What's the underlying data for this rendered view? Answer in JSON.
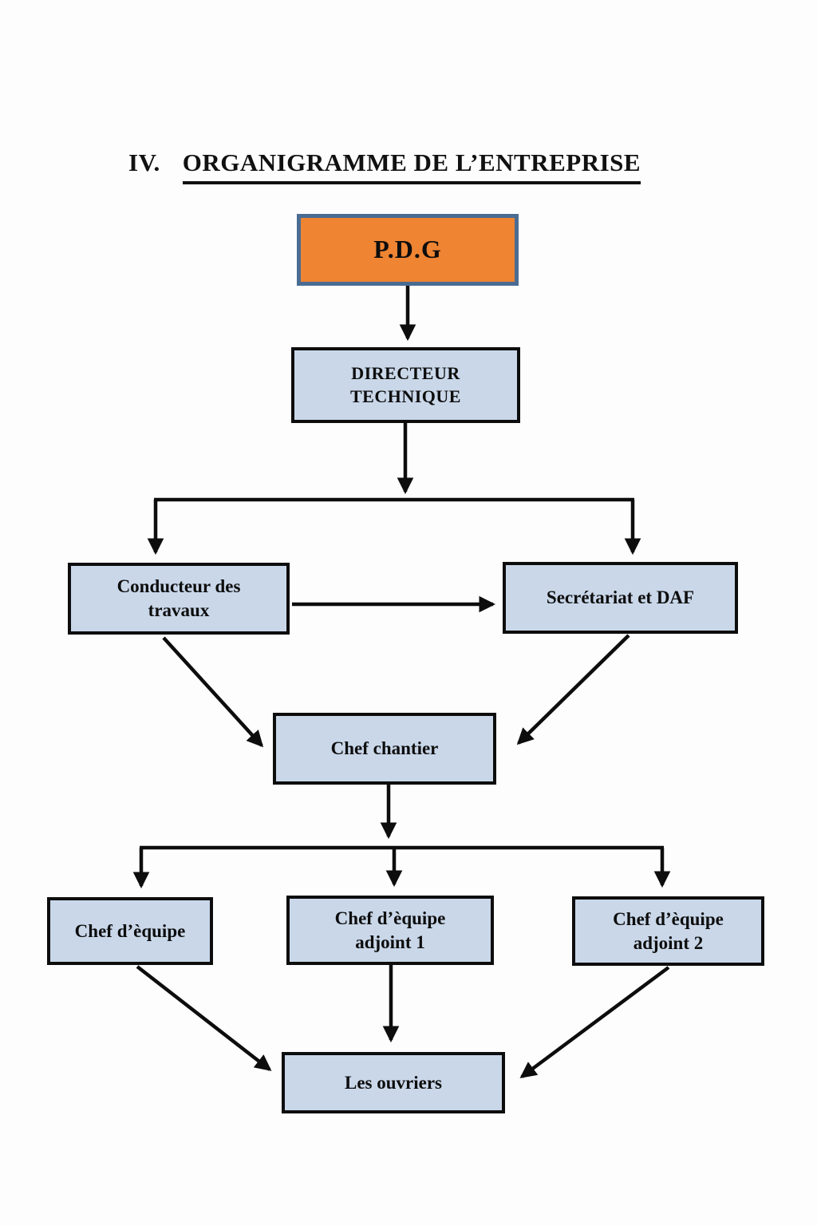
{
  "title": {
    "numeral": "IV.",
    "text": "ORGANIGRAMME DE L’ENTREPRISE"
  },
  "nodes": {
    "pdg": {
      "label": "P.D.G"
    },
    "directeur_technique": {
      "label": "DIRECTEUR\nTECHNIQUE"
    },
    "conducteur_travaux": {
      "label": "Conducteur des\ntravaux"
    },
    "secretariat_daf": {
      "label": "Secrétariat et DAF"
    },
    "chef_chantier": {
      "label": "Chef chantier"
    },
    "chef_equipe": {
      "label": "Chef d’èquipe"
    },
    "chef_equipe_adjoint1": {
      "label": "Chef d’èquipe\nadjoint 1"
    },
    "chef_equipe_adjoint2": {
      "label": "Chef d’èquipe\nadjoint 2"
    },
    "les_ouvriers": {
      "label": "Les ouvriers"
    }
  },
  "edges": [
    {
      "from": "pdg",
      "to": "directeur_technique"
    },
    {
      "from": "directeur_technique",
      "to": "conducteur_travaux"
    },
    {
      "from": "directeur_technique",
      "to": "secretariat_daf"
    },
    {
      "from": "conducteur_travaux",
      "to": "secretariat_daf"
    },
    {
      "from": "conducteur_travaux",
      "to": "chef_chantier"
    },
    {
      "from": "secretariat_daf",
      "to": "chef_chantier"
    },
    {
      "from": "chef_chantier",
      "to": "chef_equipe"
    },
    {
      "from": "chef_chantier",
      "to": "chef_equipe_adjoint1"
    },
    {
      "from": "chef_chantier",
      "to": "chef_equipe_adjoint2"
    },
    {
      "from": "chef_equipe",
      "to": "les_ouvriers"
    },
    {
      "from": "chef_equipe_adjoint1",
      "to": "les_ouvriers"
    },
    {
      "from": "chef_equipe_adjoint2",
      "to": "les_ouvriers"
    }
  ],
  "colors": {
    "node_fill": "#c9d7e9",
    "node_border": "#0d0d0d",
    "pdg_fill": "#ef8432",
    "pdg_border": "#4a6c92",
    "arrow": "#0d0d0d",
    "background": "#fdfdfd"
  }
}
